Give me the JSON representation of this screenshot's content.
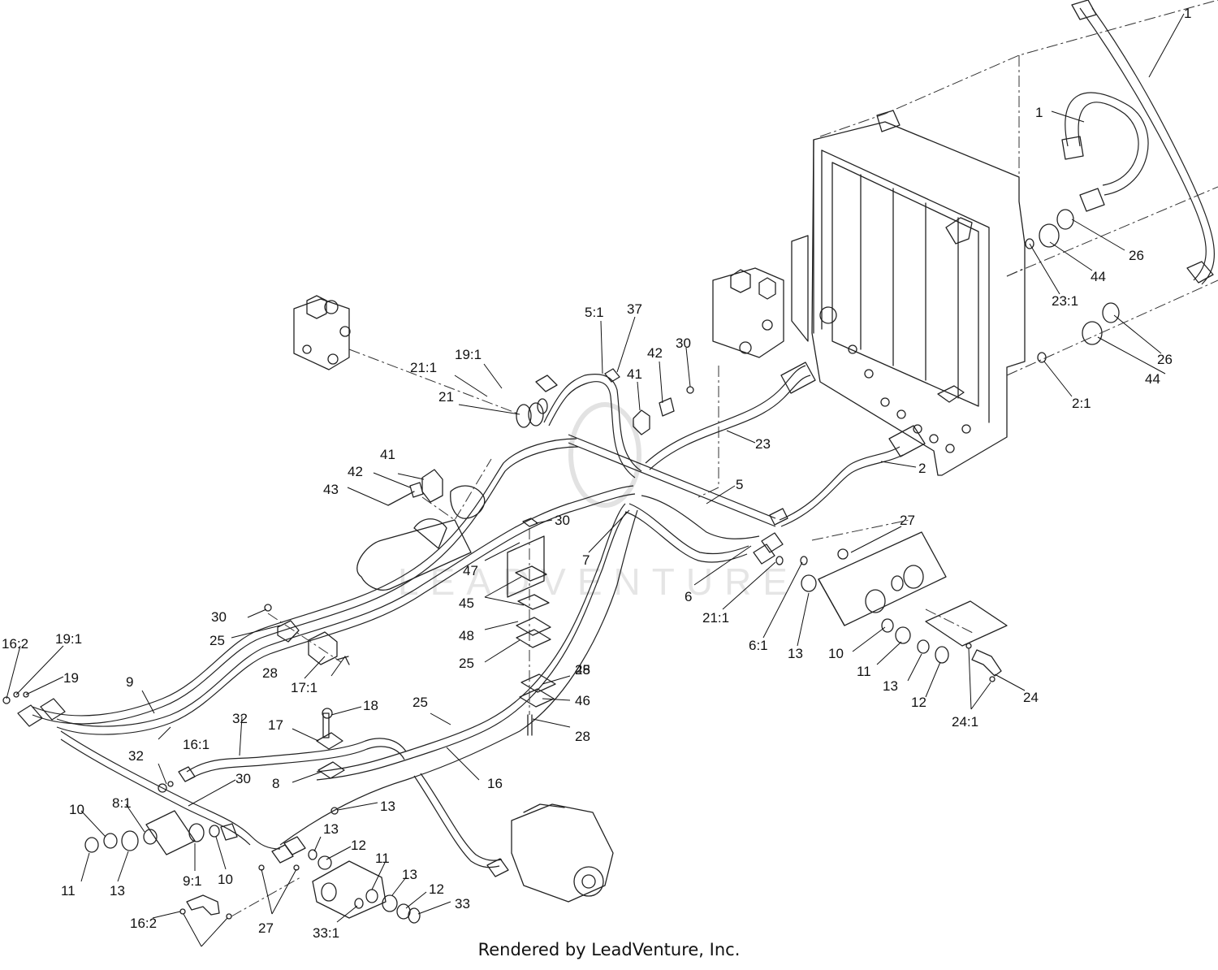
{
  "watermark": "LEADVENTURE",
  "footer": "Rendered by LeadVenture, Inc.",
  "callouts": [
    {
      "id": "c1",
      "text": "1"
    },
    {
      "id": "c2",
      "text": "1"
    },
    {
      "id": "c3",
      "text": "26"
    },
    {
      "id": "c4",
      "text": "44"
    },
    {
      "id": "c5",
      "text": "23:1"
    },
    {
      "id": "c6",
      "text": "26"
    },
    {
      "id": "c7",
      "text": "44"
    },
    {
      "id": "c8",
      "text": "2:1"
    },
    {
      "id": "c9",
      "text": "5:1"
    },
    {
      "id": "c10",
      "text": "37"
    },
    {
      "id": "c11",
      "text": "42"
    },
    {
      "id": "c12",
      "text": "30"
    },
    {
      "id": "c13",
      "text": "41"
    },
    {
      "id": "c14",
      "text": "19:1"
    },
    {
      "id": "c15",
      "text": "21:1"
    },
    {
      "id": "c16",
      "text": "21"
    },
    {
      "id": "c17",
      "text": "23"
    },
    {
      "id": "c18",
      "text": "2"
    },
    {
      "id": "c19",
      "text": "41"
    },
    {
      "id": "c20",
      "text": "42"
    },
    {
      "id": "c21",
      "text": "43"
    },
    {
      "id": "c22",
      "text": "5"
    },
    {
      "id": "c23",
      "text": "30"
    },
    {
      "id": "c24",
      "text": "27"
    },
    {
      "id": "c25",
      "text": "7"
    },
    {
      "id": "c26",
      "text": "47"
    },
    {
      "id": "c27",
      "text": "6"
    },
    {
      "id": "c28",
      "text": "21:1"
    },
    {
      "id": "c29",
      "text": "45"
    },
    {
      "id": "c30",
      "text": "6:1"
    },
    {
      "id": "c31",
      "text": "13"
    },
    {
      "id": "c32",
      "text": "10"
    },
    {
      "id": "c33",
      "text": "30"
    },
    {
      "id": "c34",
      "text": "48"
    },
    {
      "id": "c35",
      "text": "25"
    },
    {
      "id": "c36",
      "text": "11"
    },
    {
      "id": "c37",
      "text": "13"
    },
    {
      "id": "c38",
      "text": "12"
    },
    {
      "id": "c39",
      "text": "24"
    },
    {
      "id": "c40",
      "text": "24:1"
    },
    {
      "id": "c41",
      "text": "25"
    },
    {
      "id": "c42",
      "text": "25"
    },
    {
      "id": "c43",
      "text": "28"
    },
    {
      "id": "c44",
      "text": "17:1"
    },
    {
      "id": "c45",
      "text": "16:2"
    },
    {
      "id": "c46",
      "text": "19:1"
    },
    {
      "id": "c47",
      "text": "19"
    },
    {
      "id": "c48",
      "text": "9"
    },
    {
      "id": "c49",
      "text": "25"
    },
    {
      "id": "c50",
      "text": "48"
    },
    {
      "id": "c51",
      "text": "46"
    },
    {
      "id": "c52",
      "text": "28"
    },
    {
      "id": "c53",
      "text": "18"
    },
    {
      "id": "c54",
      "text": "32"
    },
    {
      "id": "c55",
      "text": "17"
    },
    {
      "id": "c56",
      "text": "16:1"
    },
    {
      "id": "c57",
      "text": "32"
    },
    {
      "id": "c58",
      "text": "8"
    },
    {
      "id": "c59",
      "text": "16"
    },
    {
      "id": "c60",
      "text": "30"
    },
    {
      "id": "c61",
      "text": "13"
    },
    {
      "id": "c62",
      "text": "10"
    },
    {
      "id": "c63",
      "text": "8:1"
    },
    {
      "id": "c64",
      "text": "13"
    },
    {
      "id": "c65",
      "text": "12"
    },
    {
      "id": "c66",
      "text": "11"
    },
    {
      "id": "c67",
      "text": "13"
    },
    {
      "id": "c68",
      "text": "9:1"
    },
    {
      "id": "c69",
      "text": "10"
    },
    {
      "id": "c70",
      "text": "11"
    },
    {
      "id": "c71",
      "text": "13"
    },
    {
      "id": "c72",
      "text": "12"
    },
    {
      "id": "c73",
      "text": "33"
    },
    {
      "id": "c74",
      "text": "16:2"
    },
    {
      "id": "c75",
      "text": "27"
    },
    {
      "id": "c76",
      "text": "33:1"
    }
  ]
}
